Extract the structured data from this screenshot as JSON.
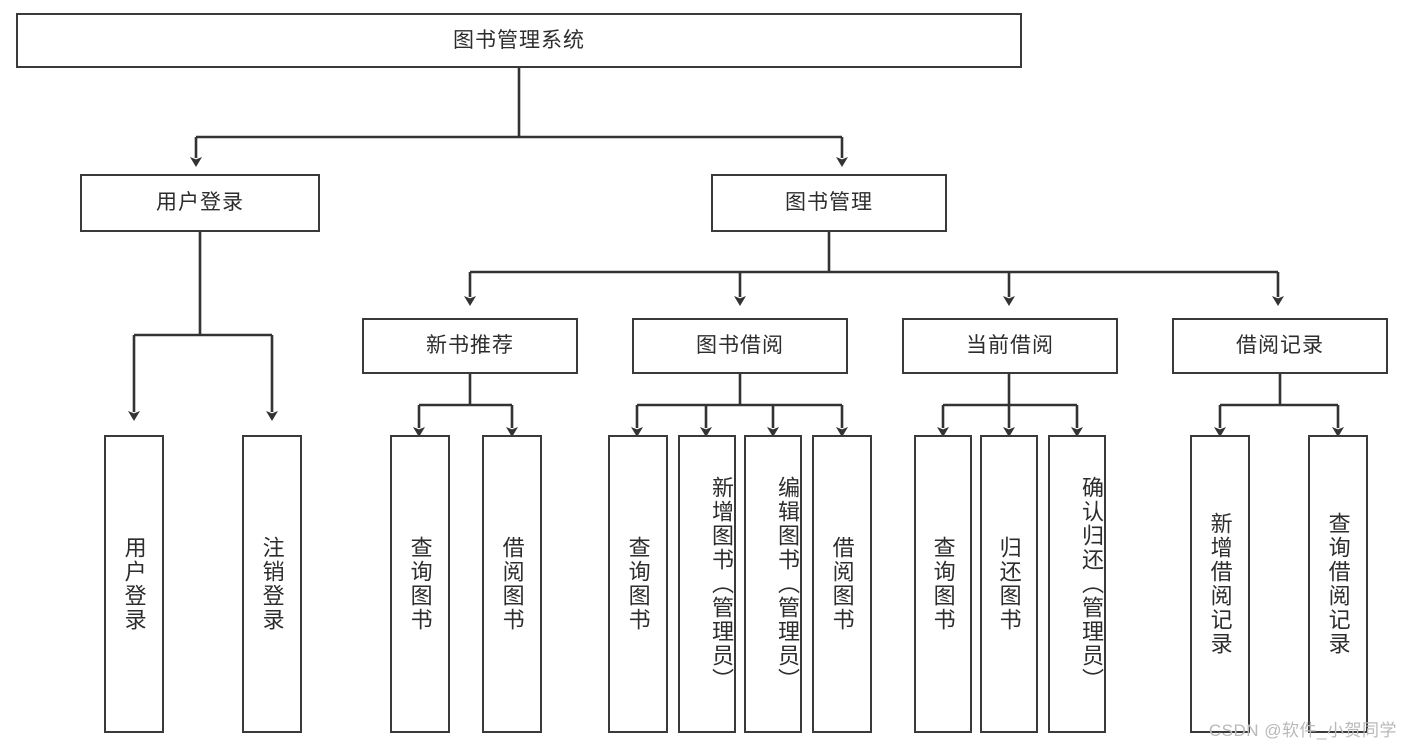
{
  "diagram": {
    "title": "图书管理系统",
    "type": "hierarchy-tree",
    "root": {
      "id": "root",
      "label": "图书管理系统"
    },
    "level2": [
      {
        "id": "user-login",
        "label": "用户登录"
      },
      {
        "id": "book-mgmt",
        "label": "图书管理"
      }
    ],
    "level3": [
      {
        "id": "new-book-rec",
        "label": "新书推荐",
        "parent": "book-mgmt"
      },
      {
        "id": "book-borrow",
        "label": "图书借阅",
        "parent": "book-mgmt"
      },
      {
        "id": "current-borrow",
        "label": "当前借阅",
        "parent": "book-mgmt"
      },
      {
        "id": "borrow-record",
        "label": "借阅记录",
        "parent": "book-mgmt"
      }
    ],
    "leaves": [
      {
        "id": "leaf-user-login",
        "label": "用户登录",
        "parent": "user-login"
      },
      {
        "id": "leaf-user-logout",
        "label": "注销登录",
        "parent": "user-login"
      },
      {
        "id": "leaf-query-book-1",
        "label": "查询图书",
        "parent": "new-book-rec"
      },
      {
        "id": "leaf-borrow-book-1",
        "label": "借阅图书",
        "parent": "new-book-rec"
      },
      {
        "id": "leaf-query-book-2",
        "label": "查询图书",
        "parent": "book-borrow"
      },
      {
        "id": "leaf-add-book",
        "label": "新增图书（管理员）",
        "parent": "book-borrow"
      },
      {
        "id": "leaf-edit-book",
        "label": "编辑图书（管理员）",
        "parent": "book-borrow"
      },
      {
        "id": "leaf-borrow-book-2",
        "label": "借阅图书",
        "parent": "book-borrow"
      },
      {
        "id": "leaf-query-book-3",
        "label": "查询图书",
        "parent": "current-borrow"
      },
      {
        "id": "leaf-return-book",
        "label": "归还图书",
        "parent": "current-borrow"
      },
      {
        "id": "leaf-confirm-return",
        "label": "确认归还（管理员）",
        "parent": "current-borrow"
      },
      {
        "id": "leaf-add-record",
        "label": "新增借阅记录",
        "parent": "borrow-record"
      },
      {
        "id": "leaf-query-record",
        "label": "查询借阅记录",
        "parent": "borrow-record"
      }
    ]
  },
  "watermark": {
    "text": "CSDN @软件_小贺同学"
  },
  "colors": {
    "border": "#3a3a3a",
    "text": "#2d2d2d",
    "background": "#ffffff",
    "connector": "#333333",
    "watermark": "#b9b9b9"
  }
}
